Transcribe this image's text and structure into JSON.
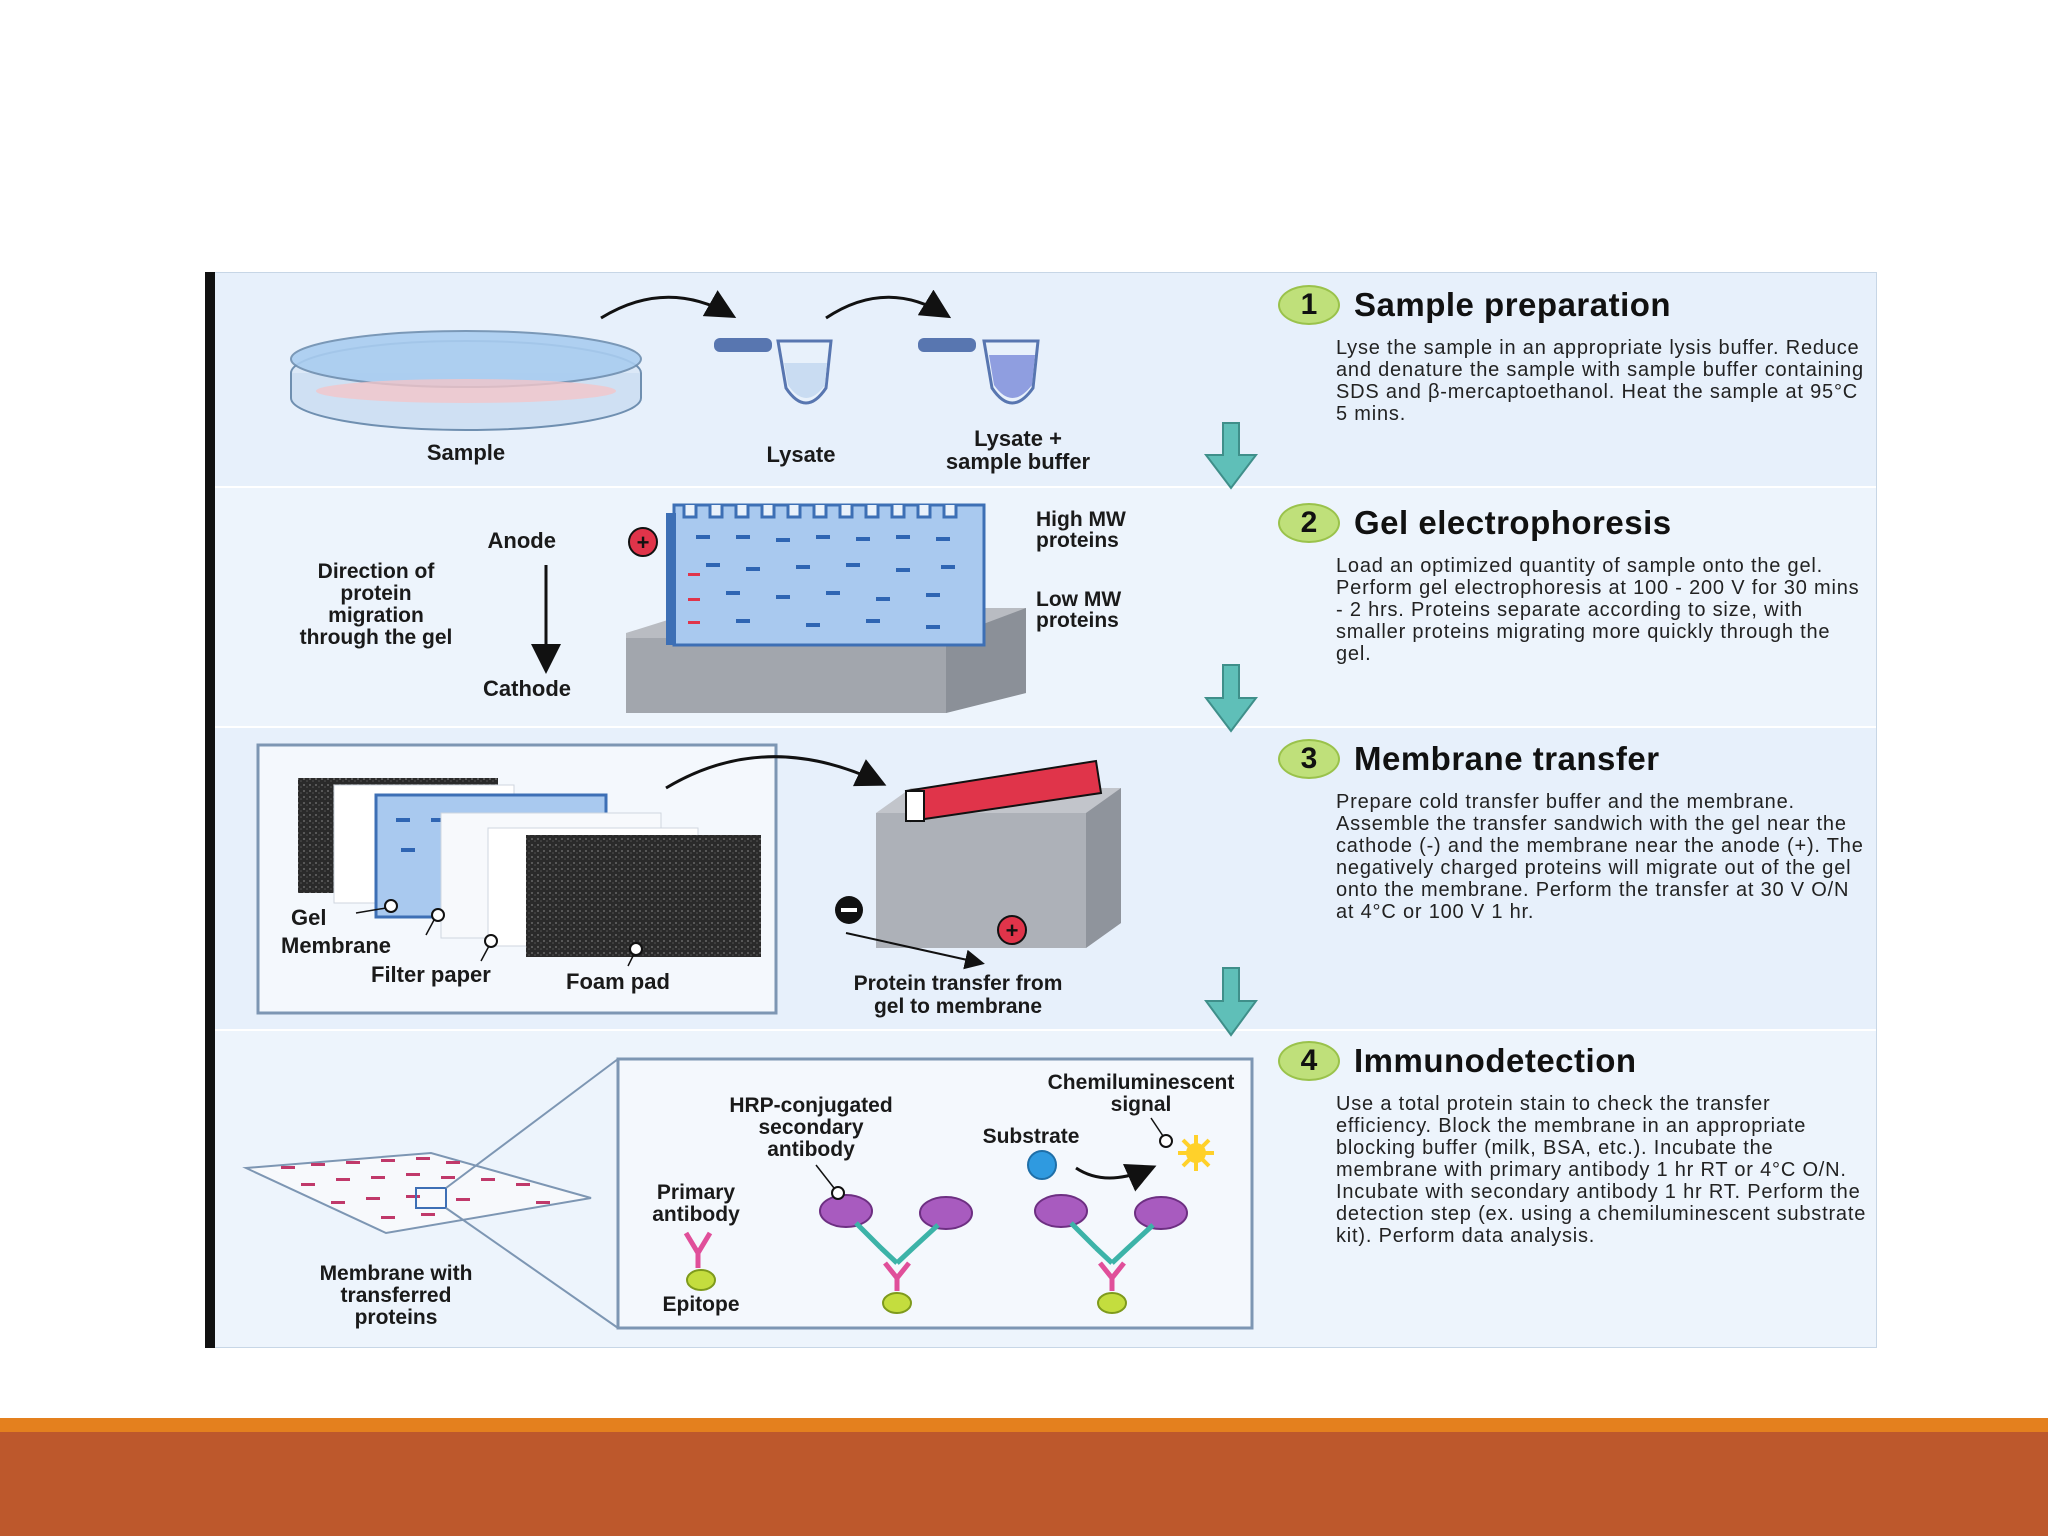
{
  "steps": [
    {
      "num": "1",
      "title": "Sample preparation",
      "text": "Lyse the sample in an appropriate lysis buffer. Reduce and denature the sample with sample buffer containing SDS and β-mercaptoethanol. Heat the sample at 95°C 5 mins."
    },
    {
      "num": "2",
      "title": "Gel electrophoresis",
      "text": "Load an optimized quantity of sample onto the gel. Perform gel electrophoresis at 100 - 200 V for 30 mins - 2 hrs. Proteins separate according to size, with smaller proteins migrating more quickly through the gel."
    },
    {
      "num": "3",
      "title": "Membrane transfer",
      "text": "Prepare cold transfer buffer and the membrane. Assemble the transfer sandwich with the gel near the cathode (-) and the membrane near the anode (+). The negatively charged proteins will migrate out of the gel onto the membrane. Perform the transfer at 30 V O/N at 4°C or 100 V 1 hr."
    },
    {
      "num": "4",
      "title": "Immunodetection",
      "text": "Use a total protein stain to check the transfer efficiency. Block the membrane in an appropriate blocking buffer (milk, BSA, etc.). Incubate the membrane with primary antibody 1 hr RT or 4°C O/N. Incubate with secondary antibody 1 hr RT. Perform the detection step (ex. using a chemiluminescent substrate kit). Perform data analysis."
    }
  ],
  "labels": {
    "sample": "Sample",
    "lysate": "Lysate",
    "lysate_buffer_1": "Lysate +",
    "lysate_buffer_2": "sample buffer",
    "anode": "Anode",
    "cathode": "Cathode",
    "plus": "+",
    "minus": "-",
    "direction_1": "Direction of",
    "direction_2": "protein",
    "direction_3": "migration",
    "direction_4": "through the gel",
    "high_mw_1": "High MW",
    "high_mw_2": "proteins",
    "low_mw_1": "Low MW",
    "low_mw_2": "proteins",
    "gel": "Gel",
    "membrane": "Membrane",
    "filter_paper": "Filter paper",
    "foam_pad": "Foam pad",
    "transfer_1": "Protein transfer from",
    "transfer_2": "gel to membrane",
    "chemi_1": "Chemiluminescent",
    "chemi_2": "signal",
    "hrp_1": "HRP-conjugated",
    "hrp_2": "secondary",
    "hrp_3": "antibody",
    "substrate": "Substrate",
    "primary_1": "Primary",
    "primary_2": "antibody",
    "epitope": "Epitope",
    "mem_1": "Membrane with",
    "mem_2": "transferred",
    "mem_3": "proteins"
  },
  "colors": {
    "arrow_teal": "#5fbfb8",
    "badge_green": "#bfe07a",
    "gel_blue": "#a9c9ef",
    "band_blue": "#2f65b3",
    "red": "#e0344a",
    "purple": "#a85bbf",
    "footer": "#bd582c",
    "footer_stripe": "#e4801e"
  }
}
